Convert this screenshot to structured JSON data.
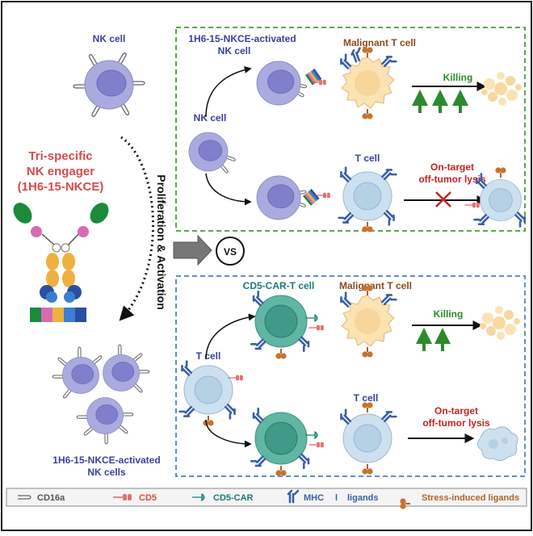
{
  "labels": {
    "nk_cell_top": "NK cell",
    "engager_line1": "Tri-specific",
    "engager_line2": "NK engager",
    "engager_line3": "(1H6-15-NKCE)",
    "activated_nk_bottom_line1": "1H6-15-NKCE-activated",
    "activated_nk_bottom_line2": "NK cells",
    "proliferation": "Proliferation & Activation",
    "vs": "VS"
  },
  "top_panel": {
    "activated_line1": "1H6-15-NKCE-activated",
    "activated_line2": "NK cell",
    "malignant": "Malignant T cell",
    "nk_cell": "NK cell",
    "t_cell": "T cell",
    "killing": "Killing",
    "on_target_line1": "On-target",
    "on_target_line2": "off-tumor lysis"
  },
  "bottom_panel": {
    "car_t": "CD5-CAR-T cell",
    "malignant": "Malignant T cell",
    "t_cell_left": "T cell",
    "t_cell_right": "T cell",
    "killing": "Killing",
    "on_target_line1": "On-target",
    "on_target_line2": "off-tumor lysis"
  },
  "legend": {
    "cd16a": "CD16a",
    "cd5": "CD5",
    "cd5_car": "CD5-CAR",
    "mhc": "MHC",
    "separator": "l",
    "ligands": "ligands",
    "stress": "Stress-induced ligands"
  },
  "colors": {
    "nk_body": "#a9abdf",
    "nk_nucleus": "#7f7fcc",
    "t_body": "#cde0ef",
    "t_nucleus": "#b6d0e4",
    "car_body": "#5fb6a3",
    "car_nucleus": "#3f9a88",
    "malignant": "#fbe3b4",
    "green_box": "#5aa84a",
    "blue_box": "#5d8fd0",
    "red_text": "#d94a4a",
    "blue_text": "#3a3fa0",
    "orange_text": "#b0632a",
    "dark_red_text": "#cc1f1f",
    "green_arrow": "#2c8a2c",
    "teal_text": "#1b7a7a"
  },
  "icons": [
    "cd16a-icon",
    "cd5-icon",
    "cd5-car-icon",
    "mhc-icon",
    "stress-ligand-icon",
    "vs-circle-icon",
    "x-mark-icon"
  ]
}
